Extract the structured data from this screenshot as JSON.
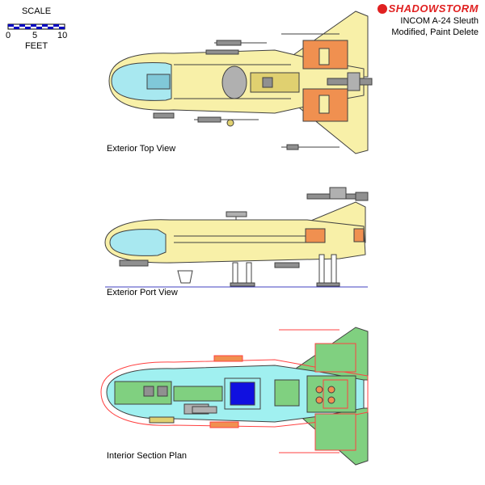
{
  "scale": {
    "title": "SCALE",
    "ticks": [
      "0",
      "5",
      "10"
    ],
    "unit": "FEET"
  },
  "header": {
    "brand": "SHADOWSTORM",
    "title_line1": "INCOM A-24 Sleuth",
    "title_line2": "Modified, Paint Delete"
  },
  "views": {
    "top_label": "Exterior Top View",
    "port_label": "Exterior Port View",
    "interior_label": "Interior Section Plan"
  },
  "colors": {
    "hull": "#f8f0a8",
    "hull_shade": "#e0d070",
    "outline": "#404040",
    "canopy": "#a8e8f0",
    "engine_orange": "#f09050",
    "weapon_gray": "#909090",
    "interior_green": "#80d080",
    "interior_cyan": "#a0f0f0",
    "interior_red": "#ff4040",
    "reactor_blue": "#1010e0",
    "brand_red": "#e02020"
  }
}
